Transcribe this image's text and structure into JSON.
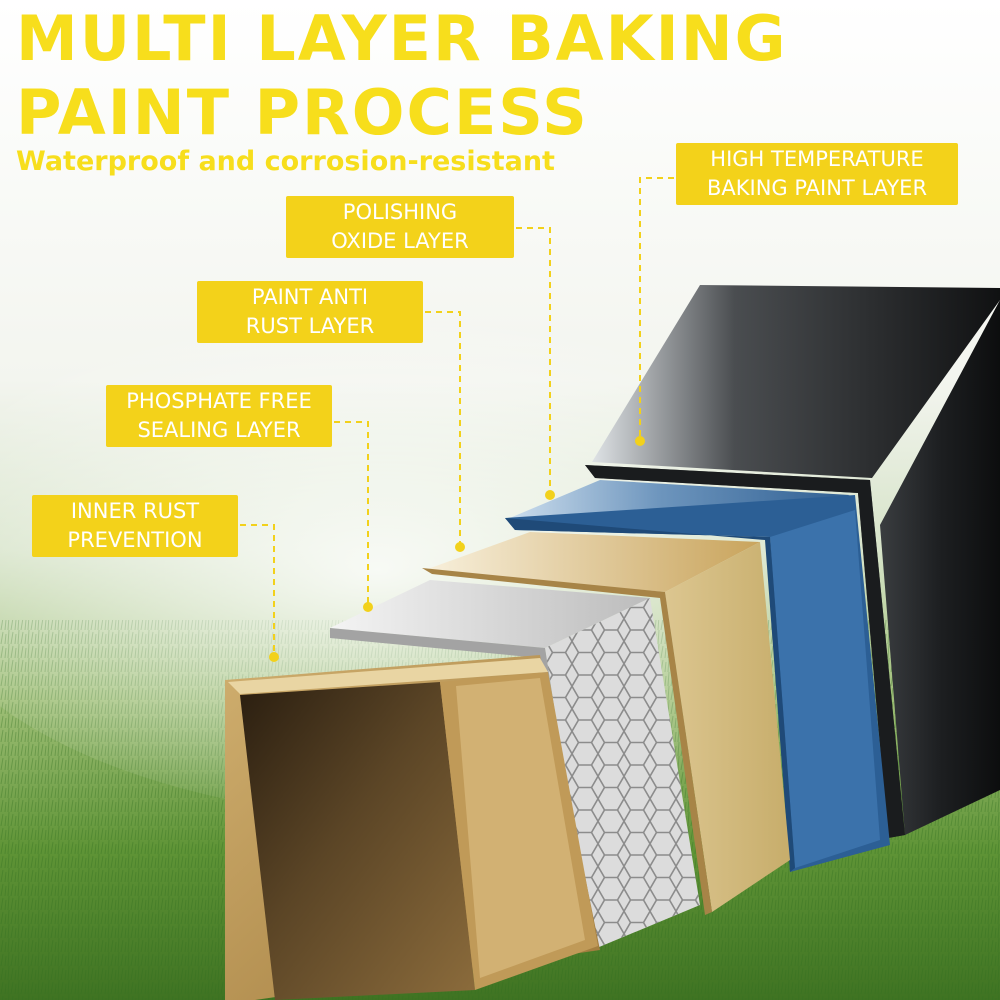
{
  "headline": {
    "line1": "MULTI LAYER BAKING",
    "line2": "PAINT PROCESS",
    "subtitle": "Waterproof and corrosion-resistant"
  },
  "callouts": [
    {
      "id": "high-temp",
      "lines": [
        "HIGH TEMPERATURE",
        "BAKING PAINT LAYER"
      ]
    },
    {
      "id": "polishing",
      "lines": [
        "POLISHING",
        "OXIDE LAYER"
      ]
    },
    {
      "id": "paint-anti",
      "lines": [
        "PAINT ANTI",
        "RUST LAYER"
      ]
    },
    {
      "id": "phosphate",
      "lines": [
        "PHOSPHATE FREE",
        "SEALING LAYER"
      ]
    },
    {
      "id": "inner-rust",
      "lines": [
        "INNER RUST",
        "PREVENTION"
      ]
    }
  ],
  "colors": {
    "accent_yellow": "#f7de1c",
    "callout_fill": "#f3d21a",
    "grass_dark": "#2f6d1e",
    "grass_light": "#7fb04a",
    "layer_black": "#17191b",
    "layer_blue": "#3a6ea3",
    "layer_gold": "#d8c083",
    "layer_honeycomb": "#d4d4d4",
    "layer_bronze": "#b28d52"
  },
  "icons": [
    "hexagon-pattern-texture",
    "dashed-leader-line",
    "anchor-dot"
  ]
}
